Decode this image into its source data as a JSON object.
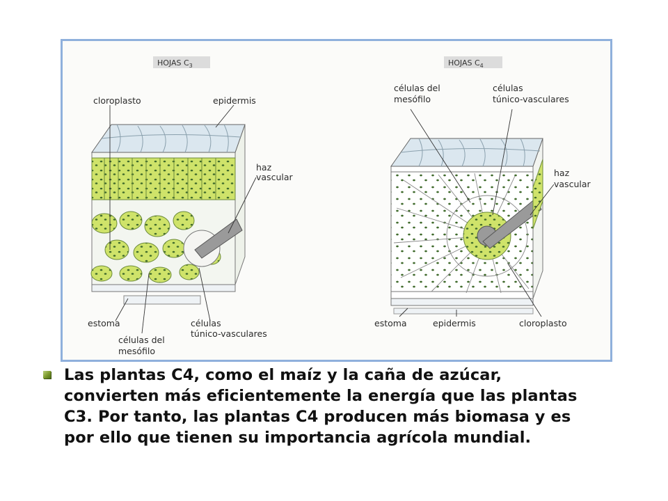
{
  "figure": {
    "left_title_prefix": "HOJAS C",
    "left_title_sub": "3",
    "right_title_prefix": "HOJAS C",
    "right_title_sub": "4",
    "left_labels": {
      "cloroplasto": "cloroplasto",
      "epidermis": "epidermis",
      "haz_line1": "haz",
      "haz_line2": "vascular",
      "estoma": "estoma",
      "mesofilo_line1": "células del",
      "mesofilo_line2": "mesófilo",
      "tunico_line1": "células",
      "tunico_line2": "túnico-vasculares"
    },
    "right_labels": {
      "mesofilo_line1": "células del",
      "mesofilo_line2": "mesófilo",
      "tunico_line1": "células",
      "tunico_line2": "túnico-vasculares",
      "haz_line1": "haz",
      "haz_line2": "vascular",
      "estoma": "estoma",
      "epidermis": "epidermis",
      "cloroplasto": "cloroplasto"
    },
    "colors": {
      "mesophyll_green": "#cfe36a",
      "chloroplast_dark": "#3f6a2c",
      "epidermis_blue": "#dbe7ef",
      "frame_border": "#8fb0dc"
    }
  },
  "caption": {
    "text": "Las plantas C4, como el maíz y la caña de azúcar, convierten más eficientemente la energía que las plantas C3. Por tanto, las plantas C4 producen más biomasa y es por ello que tienen su importancia agrícola mundial."
  }
}
